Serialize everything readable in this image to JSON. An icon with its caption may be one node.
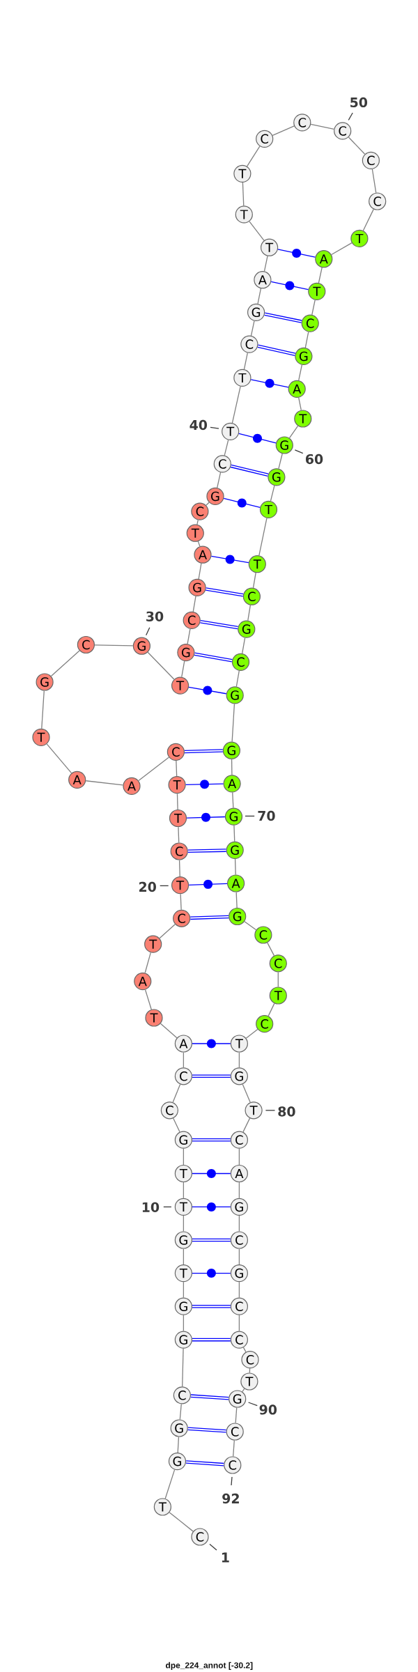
{
  "diagram": {
    "caption": "dpe_224_annot [-30.2]",
    "nodes": [
      {
        "text": [
          "C"
        ],
        "beside": [
          "1"
        ]
      },
      {
        "text": [
          "T"
        ]
      },
      {
        "text": [
          "G"
        ]
      },
      {
        "text": [
          "G"
        ]
      },
      {
        "text": [
          "C"
        ]
      },
      {
        "text": [
          "G"
        ]
      },
      {
        "text": [
          "G"
        ]
      },
      {
        "text": [
          "T"
        ]
      },
      {
        "text": [
          "G"
        ]
      },
      {
        "text": [
          "T"
        ],
        "beside": [
          "10"
        ]
      },
      {
        "text": [
          "T"
        ]
      },
      {
        "text": [
          "G"
        ]
      },
      {
        "text": [
          "C"
        ]
      },
      {
        "text": [
          "C"
        ]
      },
      {
        "text": [
          "A"
        ]
      },
      {
        "text": [
          "T"
        ]
      },
      {
        "text": [
          "A"
        ]
      },
      {
        "text": [
          "T"
        ]
      },
      {
        "text": [
          "C"
        ]
      },
      {
        "text": [
          "T"
        ],
        "beside": [
          "20"
        ]
      },
      {
        "text": [
          "C"
        ]
      },
      {
        "text": [
          "T"
        ]
      },
      {
        "text": [
          "T"
        ]
      },
      {
        "text": [
          "C"
        ]
      },
      {
        "text": [
          "A"
        ]
      },
      {
        "text": [
          "A"
        ]
      },
      {
        "text": [
          "T"
        ]
      },
      {
        "text": [
          "G"
        ]
      },
      {
        "text": [
          "C"
        ]
      },
      {
        "text": [
          "G"
        ],
        "beside": [
          "30"
        ]
      },
      {
        "text": [
          "T"
        ]
      },
      {
        "text": [
          "G"
        ]
      },
      {
        "text": [
          "C"
        ]
      },
      {
        "text": [
          "G"
        ]
      },
      {
        "text": [
          "A"
        ]
      },
      {
        "text": [
          "T"
        ]
      },
      {
        "text": [
          "C"
        ]
      },
      {
        "text": [
          "G"
        ]
      },
      {
        "text": [
          "C"
        ]
      },
      {
        "text": [
          "T"
        ],
        "beside": [
          "40"
        ]
      },
      {
        "text": [
          "T"
        ]
      },
      {
        "text": [
          "C"
        ]
      },
      {
        "text": [
          "G"
        ]
      },
      {
        "text": [
          "A"
        ]
      },
      {
        "text": [
          "T"
        ]
      },
      {
        "text": [
          "T"
        ]
      },
      {
        "text": [
          "T"
        ]
      },
      {
        "text": [
          "C"
        ]
      },
      {
        "text": [
          "C"
        ]
      },
      {
        "text": [
          "C"
        ],
        "beside": [
          "50"
        ]
      },
      {
        "text": [
          "C"
        ]
      },
      {
        "text": [
          "C"
        ]
      },
      {
        "text": [
          "T"
        ]
      },
      {
        "text": [
          "A"
        ]
      },
      {
        "text": [
          "T"
        ]
      },
      {
        "text": [
          "C"
        ]
      },
      {
        "text": [
          "G"
        ]
      },
      {
        "text": [
          "A"
        ]
      },
      {
        "text": [
          "T"
        ]
      },
      {
        "text": [
          "G"
        ],
        "beside": [
          "60"
        ]
      },
      {
        "text": [
          "G"
        ]
      },
      {
        "text": [
          "T"
        ]
      },
      {
        "text": [
          "T"
        ]
      },
      {
        "text": [
          "C"
        ]
      },
      {
        "text": [
          "G"
        ]
      },
      {
        "text": [
          "C"
        ]
      },
      {
        "text": [
          "G"
        ]
      },
      {
        "text": [
          "G"
        ]
      },
      {
        "text": [
          "A"
        ]
      },
      {
        "text": [
          "G"
        ],
        "beside": [
          "70"
        ]
      },
      {
        "text": [
          "G"
        ]
      },
      {
        "text": [
          "A"
        ]
      },
      {
        "text": [
          "G"
        ]
      },
      {
        "text": [
          "C"
        ]
      },
      {
        "text": [
          "C"
        ]
      },
      {
        "text": [
          "T"
        ]
      },
      {
        "text": [
          "C"
        ]
      },
      {
        "text": [
          "T"
        ]
      },
      {
        "text": [
          "G"
        ]
      },
      {
        "text": [
          "T"
        ],
        "beside": [
          "80"
        ]
      },
      {
        "text": [
          "C"
        ]
      },
      {
        "text": [
          "A"
        ]
      },
      {
        "text": [
          "G"
        ]
      },
      {
        "text": [
          "C"
        ]
      },
      {
        "text": [
          "G"
        ]
      },
      {
        "text": [
          "C"
        ]
      },
      {
        "text": [
          "C"
        ]
      },
      {
        "text": [
          "C"
        ]
      },
      {
        "text": [
          "T"
        ]
      },
      {
        "text": [
          "G"
        ],
        "beside": [
          "90"
        ]
      },
      {
        "text": [
          "C"
        ]
      },
      {
        "text": [
          "C"
        ],
        "beside": [
          "92"
        ]
      }
    ],
    "edges": [
      {
        "from": 0,
        "to": 1,
        "arrow": "none"
      },
      {
        "from": 1,
        "to": 2,
        "arrow": "none"
      },
      {
        "from": 2,
        "to": 3,
        "arrow": "none"
      },
      {
        "from": 3,
        "to": 4,
        "arrow": "none"
      },
      {
        "from": 4,
        "to": 5,
        "arrow": "none"
      },
      {
        "from": 5,
        "to": 6,
        "arrow": "none"
      },
      {
        "from": 6,
        "to": 7,
        "arrow": "none"
      },
      {
        "from": 7,
        "to": 8,
        "arrow": "none"
      },
      {
        "from": 8,
        "to": 9,
        "arrow": "none"
      },
      {
        "from": 9,
        "to": 10,
        "arrow": "none"
      },
      {
        "from": 10,
        "to": 11,
        "arrow": "none"
      },
      {
        "from": 11,
        "to": 12,
        "arrow": "none"
      },
      {
        "from": 12,
        "to": 13,
        "arrow": "none"
      },
      {
        "from": 13,
        "to": 14,
        "arrow": "none"
      },
      {
        "from": 14,
        "to": 15,
        "arrow": "none"
      },
      {
        "from": 15,
        "to": 16,
        "arrow": "none"
      },
      {
        "from": 16,
        "to": 17,
        "arrow": "none"
      },
      {
        "from": 17,
        "to": 18,
        "arrow": "none"
      },
      {
        "from": 18,
        "to": 19,
        "arrow": "none"
      },
      {
        "from": 19,
        "to": 20,
        "arrow": "none"
      },
      {
        "from": 20,
        "to": 21,
        "arrow": "none"
      },
      {
        "from": 21,
        "to": 22,
        "arrow": "none"
      },
      {
        "from": 22,
        "to": 23,
        "arrow": "none"
      },
      {
        "from": 23,
        "to": 24,
        "arrow": "none"
      },
      {
        "from": 24,
        "to": 25,
        "arrow": "none"
      },
      {
        "from": 25,
        "to": 26,
        "arrow": "none"
      },
      {
        "from": 26,
        "to": 27,
        "arrow": "none"
      },
      {
        "from": 27,
        "to": 28,
        "arrow": "none"
      },
      {
        "from": 28,
        "to": 29,
        "arrow": "none"
      },
      {
        "from": 29,
        "to": 30,
        "arrow": "none"
      },
      {
        "from": 30,
        "to": 31,
        "arrow": "none"
      },
      {
        "from": 31,
        "to": 32,
        "arrow": "none"
      },
      {
        "from": 32,
        "to": 33,
        "arrow": "none"
      },
      {
        "from": 33,
        "to": 34,
        "arrow": "none"
      },
      {
        "from": 34,
        "to": 35,
        "arrow": "none"
      },
      {
        "from": 35,
        "to": 36,
        "arrow": "none"
      },
      {
        "from": 36,
        "to": 37,
        "arrow": "none"
      },
      {
        "from": 37,
        "to": 38,
        "arrow": "none"
      },
      {
        "from": 38,
        "to": 39,
        "arrow": "none"
      },
      {
        "from": 39,
        "to": 40,
        "arrow": "none"
      },
      {
        "from": 40,
        "to": 41,
        "arrow": "none"
      },
      {
        "from": 41,
        "to": 42,
        "arrow": "none"
      },
      {
        "from": 42,
        "to": 43,
        "arrow": "none"
      },
      {
        "from": 43,
        "to": 44,
        "arrow": "none"
      },
      {
        "from": 44,
        "to": 45,
        "arrow": "none"
      },
      {
        "from": 45,
        "to": 46,
        "arrow": "none"
      },
      {
        "from": 46,
        "to": 47,
        "arrow": "none"
      },
      {
        "from": 47,
        "to": 48,
        "arrow": "none"
      },
      {
        "from": 48,
        "to": 49,
        "arrow": "none"
      },
      {
        "from": 49,
        "to": 50,
        "arrow": "none"
      },
      {
        "from": 50,
        "to": 51,
        "arrow": "none"
      },
      {
        "from": 51,
        "to": 52,
        "arrow": "none"
      },
      {
        "from": 52,
        "to": 53,
        "arrow": "none"
      },
      {
        "from": 53,
        "to": 54,
        "arrow": "none"
      },
      {
        "from": 54,
        "to": 55,
        "arrow": "none"
      },
      {
        "from": 55,
        "to": 56,
        "arrow": "none"
      },
      {
        "from": 56,
        "to": 57,
        "arrow": "none"
      },
      {
        "from": 57,
        "to": 58,
        "arrow": "none"
      },
      {
        "from": 58,
        "to": 59,
        "arrow": "none"
      },
      {
        "from": 59,
        "to": 60,
        "arrow": "none"
      },
      {
        "from": 60,
        "to": 61,
        "arrow": "none"
      },
      {
        "from": 61,
        "to": 62,
        "arrow": "none"
      },
      {
        "from": 62,
        "to": 63,
        "arrow": "none"
      },
      {
        "from": 63,
        "to": 64,
        "arrow": "none"
      },
      {
        "from": 64,
        "to": 65,
        "arrow": "none"
      },
      {
        "from": 65,
        "to": 66,
        "arrow": "none"
      },
      {
        "from": 66,
        "to": 67,
        "arrow": "none"
      },
      {
        "from": 67,
        "to": 68,
        "arrow": "none"
      },
      {
        "from": 68,
        "to": 69,
        "arrow": "none"
      },
      {
        "from": 69,
        "to": 70,
        "arrow": "none"
      },
      {
        "from": 70,
        "to": 71,
        "arrow": "none"
      },
      {
        "from": 71,
        "to": 72,
        "arrow": "none"
      },
      {
        "from": 72,
        "to": 73,
        "arrow": "none"
      },
      {
        "from": 73,
        "to": 74,
        "arrow": "none"
      },
      {
        "from": 74,
        "to": 75,
        "arrow": "none"
      },
      {
        "from": 75,
        "to": 76,
        "arrow": "none"
      },
      {
        "from": 76,
        "to": 77,
        "arrow": "none"
      },
      {
        "from": 77,
        "to": 78,
        "arrow": "none"
      },
      {
        "from": 78,
        "to": 79,
        "arrow": "none"
      },
      {
        "from": 79,
        "to": 80,
        "arrow": "none"
      },
      {
        "from": 80,
        "to": 81,
        "arrow": "none"
      },
      {
        "from": 81,
        "to": 82,
        "arrow": "none"
      },
      {
        "from": 82,
        "to": 83,
        "arrow": "none"
      },
      {
        "from": 83,
        "to": 84,
        "arrow": "none"
      },
      {
        "from": 84,
        "to": 85,
        "arrow": "none"
      },
      {
        "from": 85,
        "to": 86,
        "arrow": "none"
      },
      {
        "from": 86,
        "to": 87,
        "arrow": "none"
      },
      {
        "from": 87,
        "to": 88,
        "arrow": "none"
      },
      {
        "from": 88,
        "to": 89,
        "arrow": "none"
      },
      {
        "from": 89,
        "to": 90,
        "arrow": "none"
      },
      {
        "from": 90,
        "to": 91,
        "arrow": "none"
      },
      {
        "from": 2,
        "to": 91,
        "arrow": "none",
        "color": "#0000ff"
      },
      {
        "from": 3,
        "to": 90,
        "arrow": "none",
        "color": "#0000ff"
      },
      {
        "from": 4,
        "to": 89,
        "arrow": "none",
        "color": "#0000ff"
      },
      {
        "from": 5,
        "to": 86,
        "arrow": "none",
        "color": "#0000ff"
      },
      {
        "from": 6,
        "to": 85,
        "arrow": "none",
        "color": "#0000ff"
      },
      {
        "from": 7,
        "to": 84,
        "arrow": "none",
        "color": "#0000ff"
      },
      {
        "from": 8,
        "to": 83,
        "arrow": "none",
        "color": "#0000ff"
      },
      {
        "from": 9,
        "to": 82,
        "arrow": "none",
        "color": "#0000ff"
      },
      {
        "from": 10,
        "to": 81,
        "arrow": "none",
        "color": "#0000ff"
      },
      {
        "from": 11,
        "to": 80,
        "arrow": "none",
        "color": "#0000ff"
      },
      {
        "from": 13,
        "to": 78,
        "arrow": "none",
        "color": "#0000ff"
      },
      {
        "from": 14,
        "to": 77,
        "arrow": "none",
        "color": "#0000ff"
      },
      {
        "from": 18,
        "to": 72,
        "arrow": "none",
        "color": "#0000ff"
      },
      {
        "from": 19,
        "to": 71,
        "arrow": "none",
        "color": "#0000ff"
      },
      {
        "from": 20,
        "to": 70,
        "arrow": "none",
        "color": "#0000ff"
      },
      {
        "from": 21,
        "to": 69,
        "arrow": "none",
        "color": "#0000ff"
      },
      {
        "from": 22,
        "to": 68,
        "arrow": "none",
        "color": "#0000ff"
      },
      {
        "from": 23,
        "to": 67,
        "arrow": "none",
        "color": "#0000ff"
      },
      {
        "from": 30,
        "to": 66,
        "arrow": "none",
        "color": "#0000ff"
      },
      {
        "from": 31,
        "to": 65,
        "arrow": "none",
        "color": "#0000ff"
      },
      {
        "from": 32,
        "to": 64,
        "arrow": "none",
        "color": "#0000ff"
      },
      {
        "from": 33,
        "to": 63,
        "arrow": "none",
        "color": "#0000ff"
      },
      {
        "from": 34,
        "to": 62,
        "arrow": "none",
        "color": "#0000ff"
      },
      {
        "from": 37,
        "to": 61,
        "arrow": "none",
        "color": "#0000ff"
      },
      {
        "from": 38,
        "to": 60,
        "arrow": "none",
        "color": "#0000ff"
      },
      {
        "from": 39,
        "to": 59,
        "arrow": "none",
        "color": "#0000ff"
      },
      {
        "from": 40,
        "to": 57,
        "arrow": "none",
        "color": "#0000ff"
      },
      {
        "from": 41,
        "to": 56,
        "arrow": "none",
        "color": "#0000ff"
      },
      {
        "from": 42,
        "to": 55,
        "arrow": "none",
        "color": "#0000ff"
      },
      {
        "from": 43,
        "to": 54,
        "arrow": "none",
        "color": "#0000ff"
      },
      {
        "from": 44,
        "to": 53,
        "arrow": "none",
        "color": "#0000ff"
      }
    ]
  }
}
